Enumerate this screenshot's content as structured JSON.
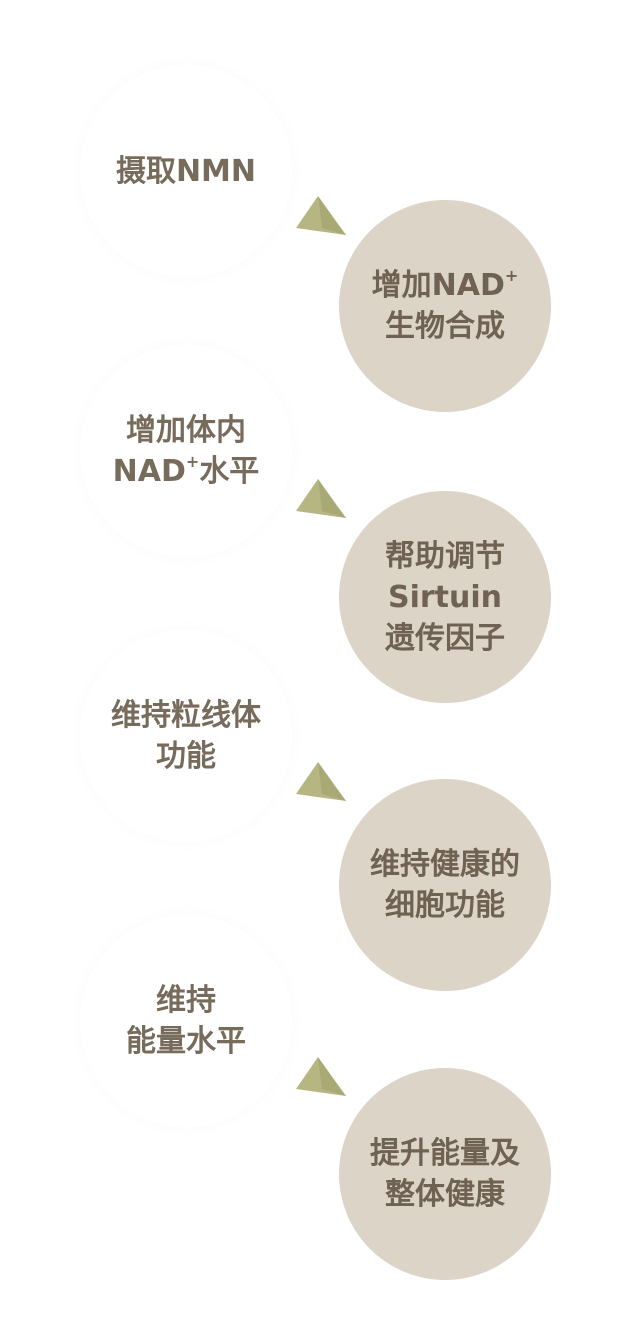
{
  "colors": {
    "white_circle": "#ffffff",
    "beige_circle": "#dcd4c6",
    "text": "#776b5b",
    "arrow": "#b6b682"
  },
  "steps": [
    {
      "source": {
        "lines": [
          "摄取NMN"
        ]
      },
      "result": {
        "line1_text": "增加NAD",
        "line1_sup": "+",
        "line2": "生物合成"
      }
    },
    {
      "source": {
        "line1": "增加体内",
        "line2_text": "NAD",
        "line2_sup": "+",
        "line2_after": "水平"
      },
      "result": {
        "lines": [
          "帮助调节",
          "Sirtuin",
          "遗传因子"
        ]
      }
    },
    {
      "source": {
        "lines": [
          "维持粒线体",
          "功能"
        ]
      },
      "result": {
        "lines": [
          "维持健康的",
          "细胞功能"
        ]
      }
    },
    {
      "source": {
        "lines": [
          "维持",
          "能量水平"
        ]
      },
      "result": {
        "lines": [
          "提升能量及",
          "整体健康"
        ]
      }
    }
  ],
  "arrow_icon": "triangle-arrow-icon"
}
